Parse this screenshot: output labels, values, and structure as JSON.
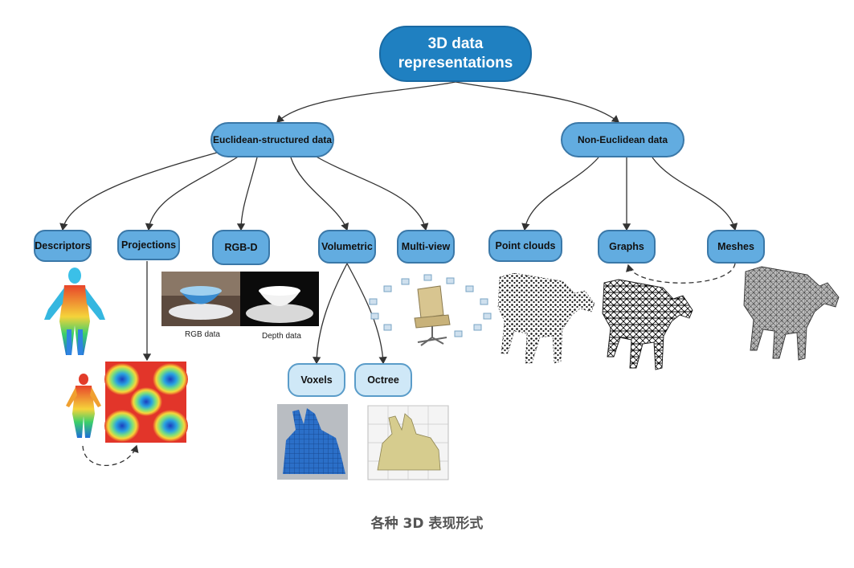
{
  "root": {
    "line1": "3D data",
    "line2": "representations"
  },
  "level1": {
    "euclidean": "Euclidean-structured data",
    "non_euclidean": "Non-Euclidean data"
  },
  "level2": {
    "descriptors": "Descriptors",
    "projections": "Projections",
    "rgbd": "RGB-D",
    "volumetric": "Volumetric",
    "multiview": "Multi-view",
    "point_clouds": "Point clouds",
    "graphs": "Graphs",
    "meshes": "Meshes"
  },
  "level3": {
    "voxels": "Voxels",
    "octree": "Octree"
  },
  "image_captions": {
    "rgb": "RGB data",
    "depth": "Depth data"
  },
  "figure_caption": "各种 3D 表现形式",
  "colors": {
    "root": "#1f80c1",
    "node": "#62ace0",
    "leaf": "#cfe8f7",
    "edge": "#333333"
  }
}
